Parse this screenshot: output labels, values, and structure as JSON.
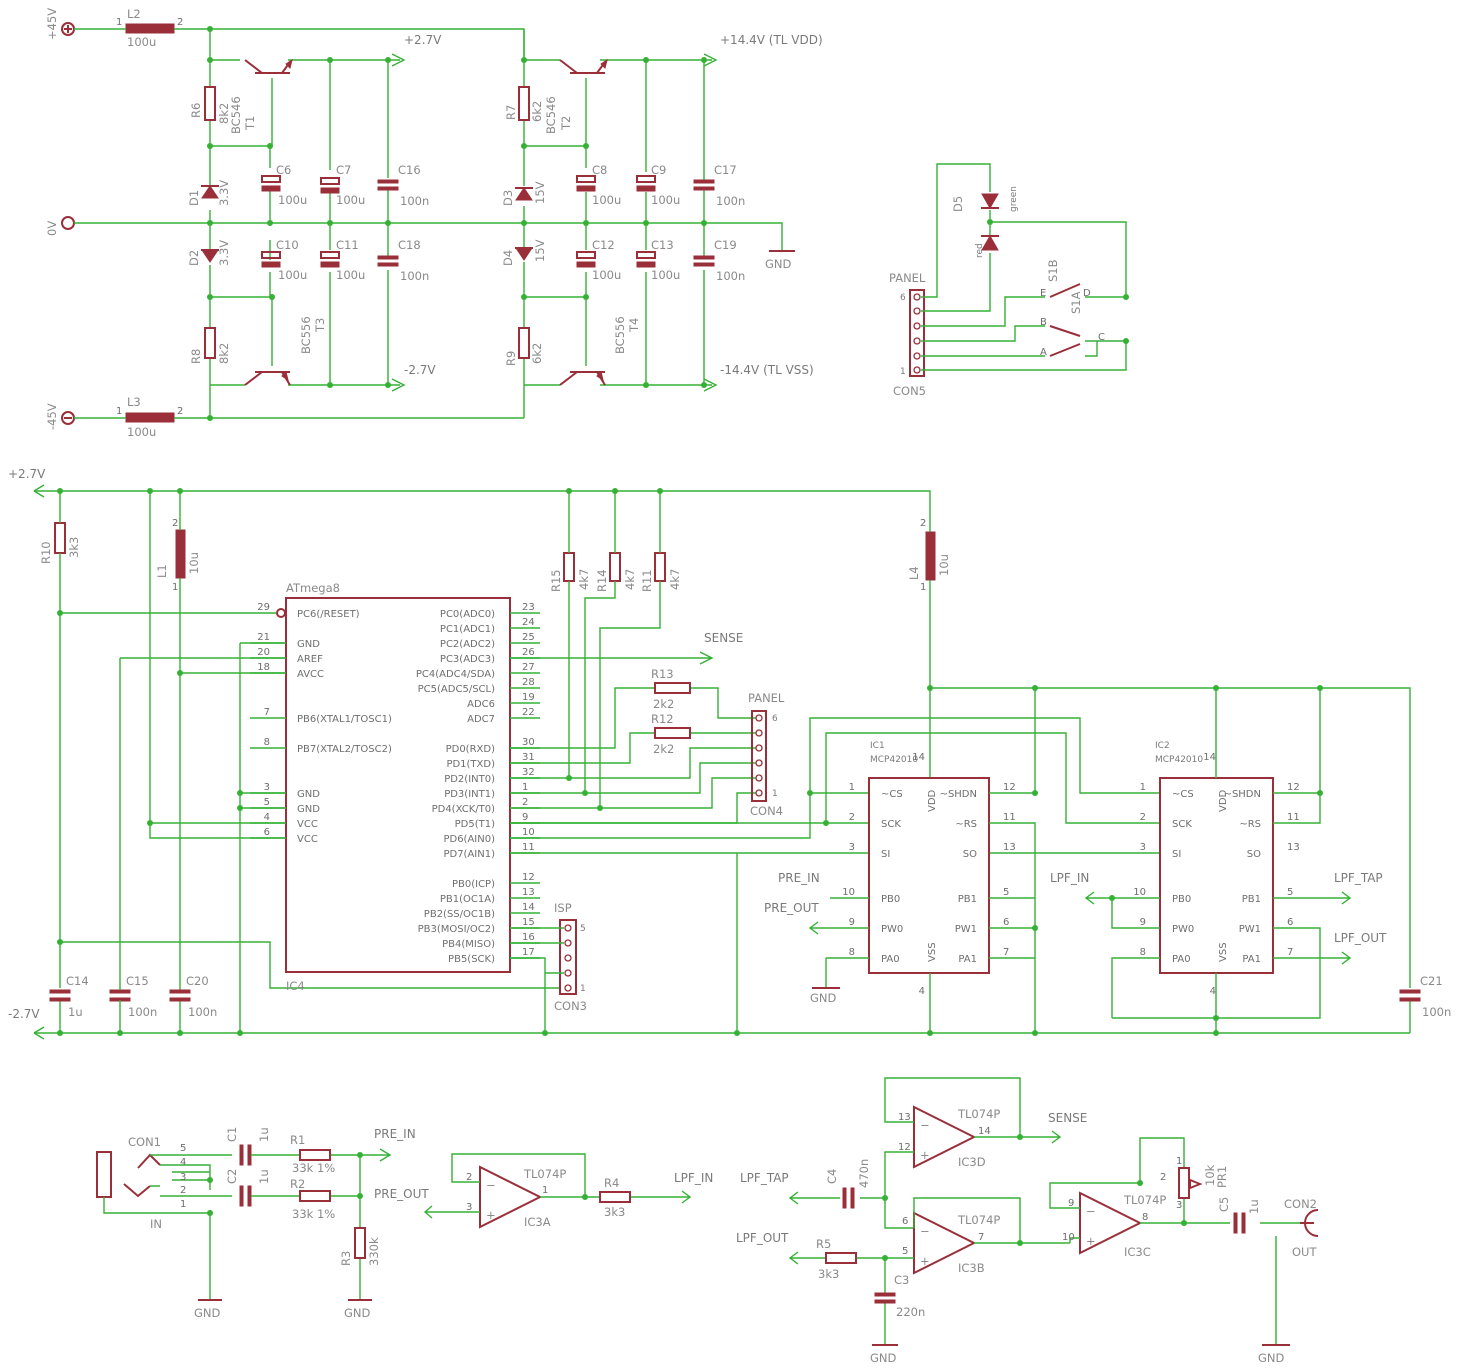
{
  "supplies": {
    "plus45": "+45V",
    "zero": "0V",
    "minus45": "-45V",
    "p27": "+2.7V",
    "m27": "-2.7V",
    "p144": "+14.4V (TL VDD)",
    "m144": "-14.4V (TL VSS)",
    "gnd": "GND",
    "p27b": "+2.7V",
    "m27b": "-2.7V"
  },
  "parts": {
    "L2": "L2",
    "L2v": "100u",
    "L3": "L3",
    "L3v": "100u",
    "R6": "R6",
    "R6v": "8k2",
    "R7": "R7",
    "R7v": "6k2",
    "R8": "R8",
    "R8v": "8k2",
    "R9": "R9",
    "R9v": "6k2",
    "T1": "T1",
    "T1v": "BC546",
    "T2": "T2",
    "T2v": "BC546",
    "T3": "T3",
    "T3v": "BC556",
    "T4": "T4",
    "T4v": "BC556",
    "D1": "D1",
    "D1v": "3.3V",
    "D2": "D2",
    "D2v": "3.3V",
    "D3": "D3",
    "D3v": "15V",
    "D4": "D4",
    "D4v": "15V",
    "C6": "C6",
    "C7": "C7",
    "C8": "C8",
    "C9": "C9",
    "C10": "C10",
    "C11": "C11",
    "C12": "C12",
    "C13": "C13",
    "c100u": "100u",
    "C16": "C16",
    "C17": "C17",
    "C18": "C18",
    "C19": "C19",
    "c100n": "100n",
    "D5": "D5",
    "green": "green",
    "red": "red",
    "S1B": "S1B",
    "S1A": "S1A",
    "panel": "PANEL",
    "con5": "CON5",
    "R10": "R10",
    "R10v": "3k3",
    "L1": "L1",
    "L1v": "10u",
    "L4": "L4",
    "L4v": "10u",
    "R15": "R15",
    "R14": "R14",
    "R11": "R11",
    "r4k7": "4k7",
    "R13": "R13",
    "R12": "R12",
    "r2k2": "2k2",
    "atmega": "ATmega8",
    "IC4": "IC4",
    "con4": "CON4",
    "isp": "ISP",
    "con3": "CON3",
    "C14": "C14",
    "C14v": "1u",
    "C15": "C15",
    "C20": "C20",
    "C21": "C21",
    "IC1": "IC1",
    "IC2": "IC2",
    "mcp": "MCP42010",
    "sense": "SENSE",
    "pre_in": "PRE_IN",
    "pre_out": "PRE_OUT",
    "lpf_in": "LPF_IN",
    "lpf_tap": "LPF_TAP",
    "lpf_out": "LPF_OUT",
    "CON1": "CON1",
    "IN": "IN",
    "C1": "C1",
    "C2": "C2",
    "c1u": "1u",
    "R1": "R1",
    "R2": "R2",
    "r33k": "33k 1%",
    "R3": "R3",
    "R3v": "330k",
    "tl074": "TL074P",
    "IC3A": "IC3A",
    "IC3B": "IC3B",
    "IC3C": "IC3C",
    "IC3D": "IC3D",
    "R4": "R4",
    "R4v": "3k3",
    "R5": "R5",
    "R5v": "3k3",
    "C4": "C4",
    "C4v": "470n",
    "C3": "C3",
    "C3v": "220n",
    "PR1": "PR1",
    "PR1v": "10k",
    "C5": "C5",
    "C5v": "1u",
    "CON2": "CON2",
    "OUT": "OUT"
  },
  "atmega_left": [
    "PC6(/RESET)",
    "GND",
    "AREF",
    "AVCC",
    "PB6(XTAL1/TOSC1)",
    "PB7(XTAL2/TOSC2)",
    "GND",
    "GND",
    "VCC",
    "VCC"
  ],
  "atmega_left_nums": [
    "29",
    "21",
    "20",
    "18",
    "7",
    "8",
    "3",
    "5",
    "4",
    "6"
  ],
  "atmega_right": [
    "PC0(ADC0)",
    "PC1(ADC1)",
    "PC2(ADC2)",
    "PC3(ADC3)",
    "PC4(ADC4/SDA)",
    "PC5(ADC5/SCL)",
    "ADC6",
    "ADC7",
    "PD0(RXD)",
    "PD1(TXD)",
    "PD2(INT0)",
    "PD3(INT1)",
    "PD4(XCK/T0)",
    "PD5(T1)",
    "PD6(AIN0)",
    "PD7(AIN1)",
    "PB0(ICP)",
    "PB1(OC1A)",
    "PB2(SS/OC1B)",
    "PB3(MOSI/OC2)",
    "PB4(MISO)",
    "PB5(SCK)"
  ],
  "atmega_right_nums": [
    "23",
    "24",
    "25",
    "26",
    "27",
    "28",
    "19",
    "22",
    "30",
    "31",
    "32",
    "1",
    "2",
    "9",
    "10",
    "11",
    "12",
    "13",
    "14",
    "15",
    "16",
    "17"
  ],
  "mcp_left": [
    "~CS",
    "SCK",
    "SI",
    "PB0",
    "PW0",
    "PA0"
  ],
  "mcp_left_nums": [
    "1",
    "2",
    "3",
    "10",
    "9",
    "8"
  ],
  "mcp_right": [
    "~SHDN",
    "~RS",
    "SO",
    "PB1",
    "PW1",
    "PA1"
  ],
  "mcp_right_nums": [
    "12",
    "11",
    "13",
    "5",
    "6",
    "7"
  ],
  "mcp_vdd": "VDD",
  "mcp_vss": "VSS",
  "mcp_vdd_num": "14",
  "mcp_vss_num": "4"
}
